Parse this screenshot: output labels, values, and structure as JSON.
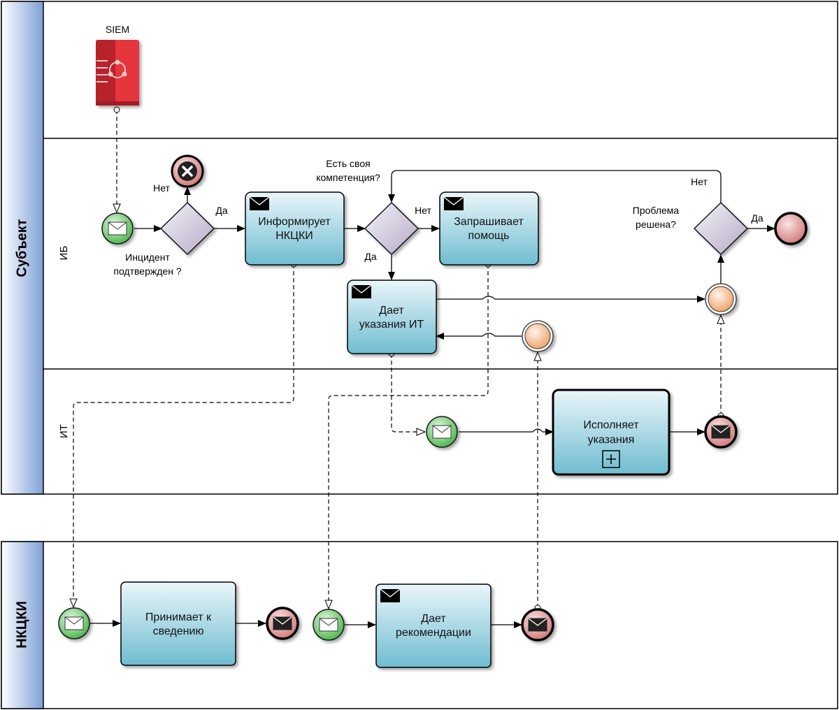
{
  "pools": {
    "subject": {
      "label": "Субъект"
    },
    "nkcki": {
      "label": "НКЦКИ"
    }
  },
  "lanes": {
    "ib": {
      "label": "ИБ"
    },
    "it": {
      "label": "ИТ"
    }
  },
  "siem": {
    "label": "SIEM"
  },
  "tasks": {
    "informs": {
      "line1": "Информирует",
      "line2": "НКЦКИ"
    },
    "requests_help": {
      "line1": "Запрашивает",
      "line2": "помощь"
    },
    "gives_instructions": {
      "line1": "Дает",
      "line2": "указания ИТ"
    },
    "executes": {
      "line1": "Исполняет",
      "line2": "указания"
    },
    "acknowledges": {
      "line1": "Принимает к",
      "line2": "сведению"
    },
    "gives_recommendations": {
      "line1": "Дает",
      "line2": "рекомендации"
    }
  },
  "gateways": {
    "incident_confirmed": {
      "question_line1": "Инцидент",
      "question_line2": "подтвержден ?",
      "no_label": "Нет",
      "yes_label": "Да"
    },
    "own_competence": {
      "question_line1": "Есть своя",
      "question_line2": "компетенция?",
      "no_label": "Нет",
      "yes_label": "Да"
    },
    "problem_solved": {
      "question_line1": "Проблема",
      "question_line2": "решена?",
      "no_label": "Нет",
      "yes_label": "Да"
    }
  },
  "colors": {
    "pool_header": "#7f9fd6",
    "task_fill": "#7ec4d6",
    "gateway_fill": "#cac3d6",
    "start_event": "#55c155",
    "end_event": "#d98a8a",
    "intermediate_event": "#f2b07e",
    "siem": "#d9262e"
  }
}
